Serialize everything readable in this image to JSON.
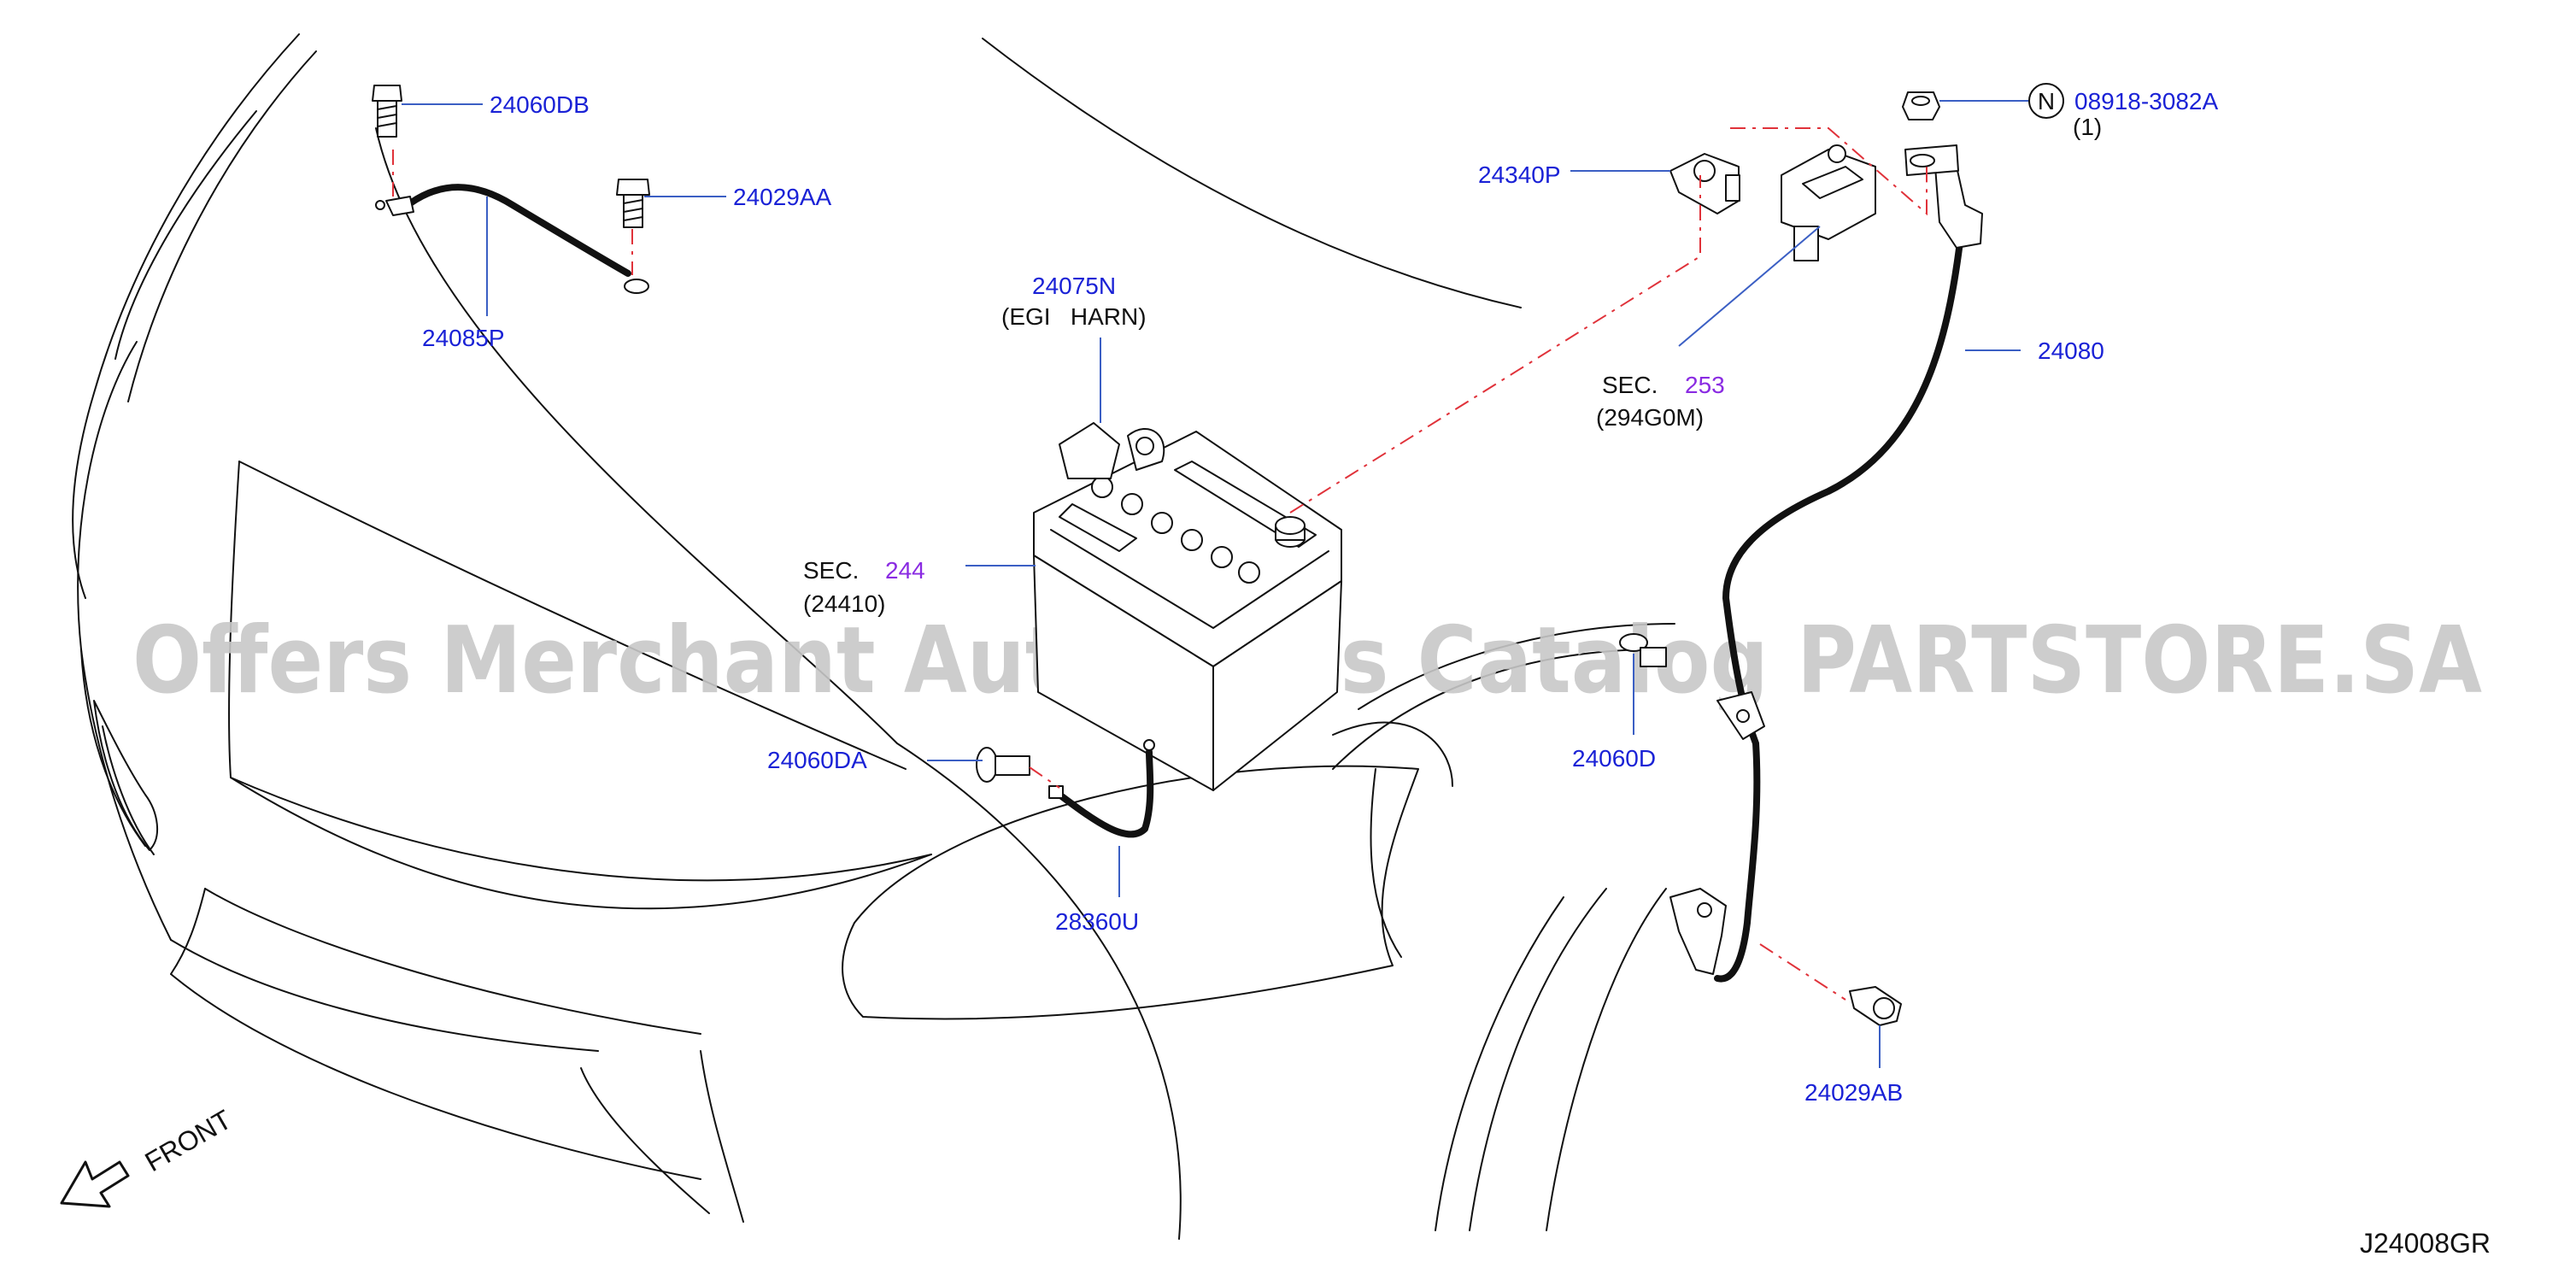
{
  "colors": {
    "part_label": "#1a22d6",
    "sec_ref": "#8a2be2",
    "text": "#111111",
    "leader": "#3b5fc4",
    "hidden_line": "#e0323a",
    "watermark": "#c8c8c8"
  },
  "watermark": "Offers Merchant Auto Parts Catalog PARTSTORE.SA",
  "diagram_code": "J24008GR",
  "front": {
    "label": "FRONT",
    "icon": "front-arrow-icon"
  },
  "parts": {
    "p24060DB": "24060DB",
    "p24029AA": "24029AA",
    "p24085P": "24085P",
    "p24075N": "24075N",
    "p24075N_note": "(EGI   HARN)",
    "p24340P": "24340P",
    "p24080": "24080",
    "p24060D": "24060D",
    "p24060DA": "24060DA",
    "p28360U": "28360U",
    "p24029AB": "24029AB",
    "p08918": "08918-3082A",
    "p08918_qty": "(1)",
    "p08918_marker": "N"
  },
  "sections": {
    "sec244": {
      "prefix": "SEC.",
      "number": "244",
      "code": "(24410)"
    },
    "sec253": {
      "prefix": "SEC.",
      "number": "253",
      "code": "(294G0M)"
    }
  }
}
